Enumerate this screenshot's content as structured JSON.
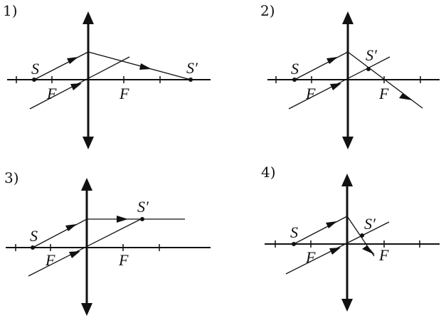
{
  "panels": [
    {
      "number": "1)",
      "source_label": "S",
      "image_label": "S′",
      "focus_left_label": "F",
      "focus_right_label": "F"
    },
    {
      "number": "2)",
      "source_label": "S",
      "image_label": "S′",
      "focus_left_label": "F",
      "focus_right_label": "F"
    },
    {
      "number": "3)",
      "source_label": "S",
      "image_label": "S′",
      "focus_left_label": "F",
      "focus_right_label": "F"
    },
    {
      "number": "4)",
      "source_label": "S",
      "image_label": "S′",
      "focus_left_label": "F",
      "focus_right_label": "F"
    }
  ]
}
